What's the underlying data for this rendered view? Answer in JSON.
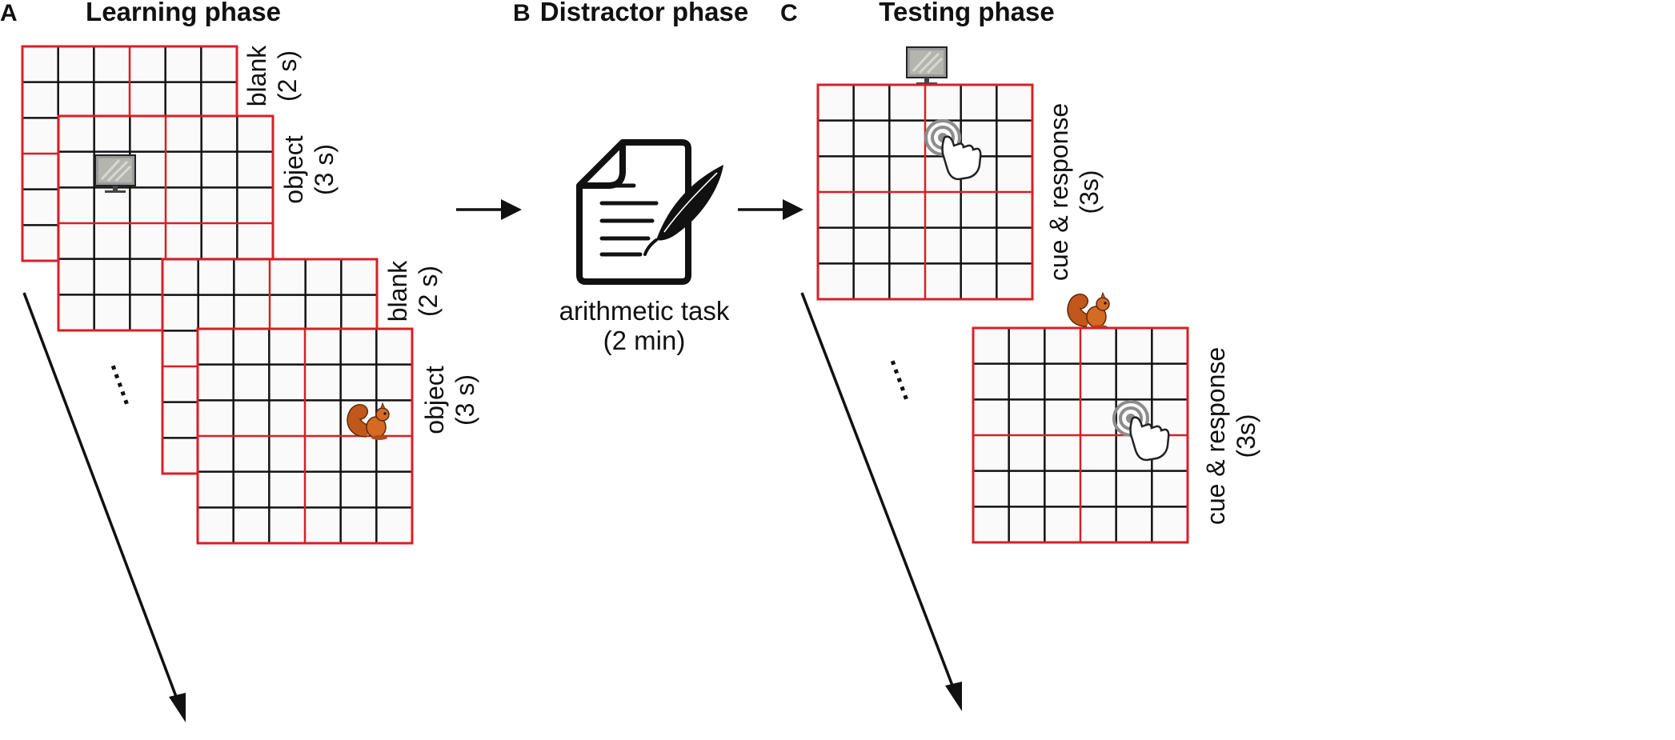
{
  "panels": {
    "a": {
      "letter": "A",
      "title": "Learning phase"
    },
    "b": {
      "letter": "B",
      "title": "Distractor phase"
    },
    "c": {
      "letter": "C",
      "title": "Testing phase"
    }
  },
  "learning": {
    "blank1": {
      "line1": "blank",
      "line2": "(2 s)"
    },
    "object1": {
      "line1": "object",
      "line2": "(3 s)"
    },
    "blank2": {
      "line1": "blank",
      "line2": "(2 s)"
    },
    "object2": {
      "line1": "object",
      "line2": "(3 s)"
    },
    "ellipsis": "....."
  },
  "distractor": {
    "task_line1": "arithmetic task",
    "task_line2": "(2 min)"
  },
  "testing": {
    "cue1": {
      "line1": "cue & response",
      "line2": "(3s)"
    },
    "cue2": {
      "line1": "cue & response",
      "line2": "(3s)"
    },
    "ellipsis": "....."
  },
  "icons": [
    "monitor-icon",
    "squirrel-icon",
    "document-icon",
    "quill-icon",
    "touch-hand-icon",
    "target-icon",
    "arrow-icon"
  ],
  "colors": {
    "grid_major": "#d81f26",
    "grid_minor": "#111111",
    "cell_fill": "#fafafa",
    "squirrel": "#c2571b"
  }
}
